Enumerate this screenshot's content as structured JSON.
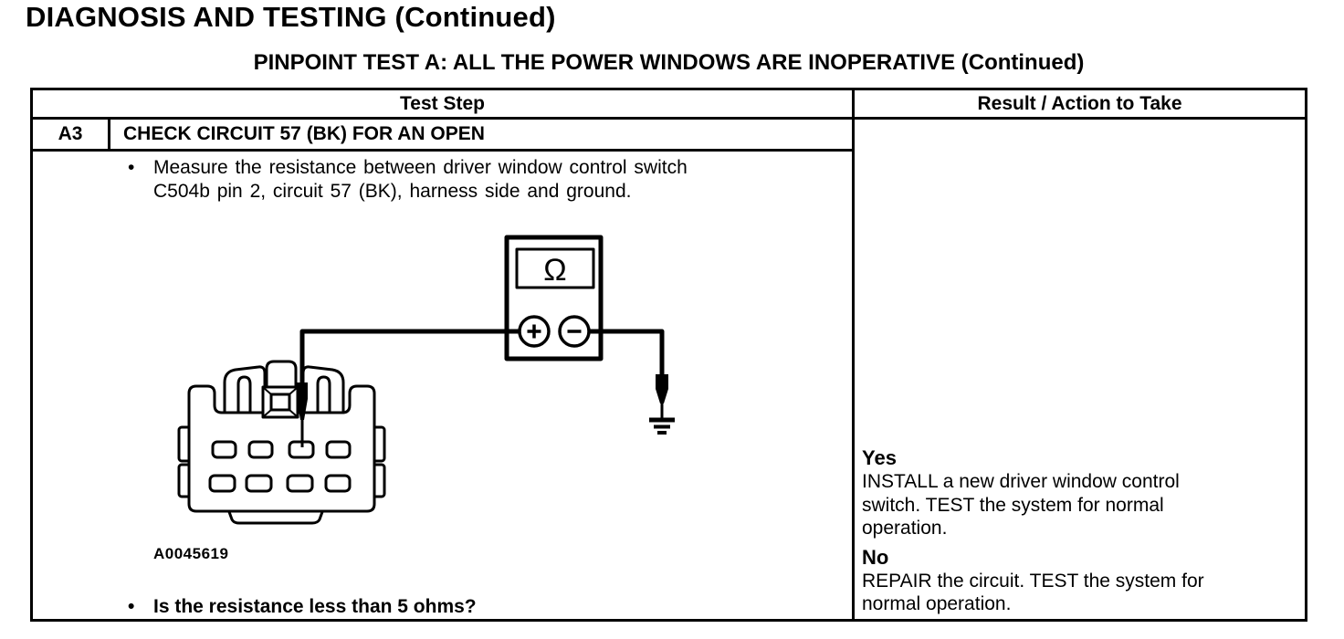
{
  "page": {
    "title": "DIAGNOSIS AND TESTING (Continued)",
    "subtitle": "PINPOINT TEST A: ALL THE POWER WINDOWS ARE INOPERATIVE (Continued)"
  },
  "table": {
    "headers": {
      "test_step": "Test Step",
      "result": "Result / Action to Take"
    },
    "step": {
      "id": "A3",
      "title": "CHECK CIRCUIT 57 (BK) FOR AN OPEN",
      "bullet_icon": "•",
      "instruction_lines": [
        "Measure the resistance between driver window control switch",
        "C504b pin 2, circuit 57 (BK), harness side and ground."
      ],
      "figure_label": "A0045619",
      "question": "Is the resistance less than 5 ohms?"
    },
    "result": {
      "yes_label": "Yes",
      "yes_lines": [
        "INSTALL a new driver window control",
        "switch. TEST the system for normal",
        "operation."
      ],
      "no_label": "No",
      "no_lines": [
        "REPAIR the circuit. TEST the system for",
        "normal operation."
      ]
    }
  },
  "diagram": {
    "meter_symbol": "Ω"
  },
  "colors": {
    "ink": "#000000",
    "paper": "#ffffff"
  }
}
